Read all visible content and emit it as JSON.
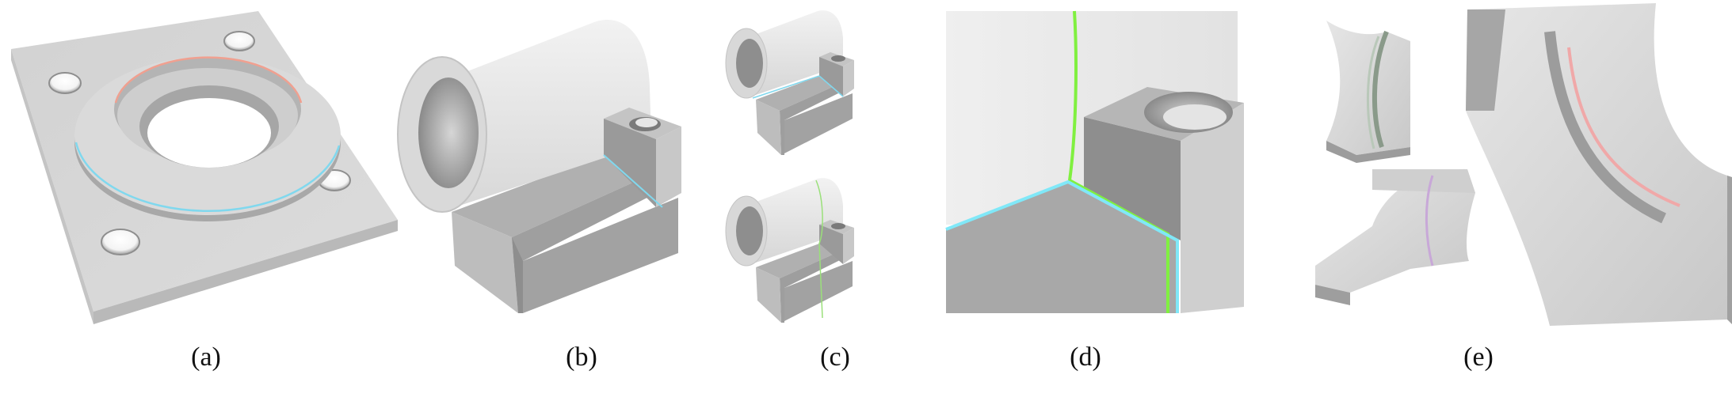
{
  "figure": {
    "panels": [
      {
        "id": "a",
        "caption": "(a)",
        "content": "flat plate with four bolt holes, a raised ring boss and a center bore",
        "highlight_colors": [
          "#f0a090",
          "#80d8ee"
        ]
      },
      {
        "id": "b",
        "caption": "(b)",
        "content": "pillow block: horizontal hollow cylinder on a stepped base with a drilled tab",
        "highlight_colors": [
          "#80d8ee"
        ]
      },
      {
        "id": "c",
        "caption": "(c)",
        "content": "two smaller views of the pillow block with different boundary curves",
        "highlight_colors": [
          "#80d8ee",
          "#9ae07a"
        ]
      },
      {
        "id": "d",
        "caption": "(d)",
        "content": "close-up of the step corner showing green and cyan boundary curves",
        "highlight_colors": [
          "#80f040",
          "#80e8f8"
        ]
      },
      {
        "id": "e",
        "caption": "(e)",
        "content": "curved bracket segments: two small pieces and one large close-up",
        "highlight_colors": [
          "#f0a8a8",
          "#c8a8d8"
        ]
      }
    ]
  }
}
